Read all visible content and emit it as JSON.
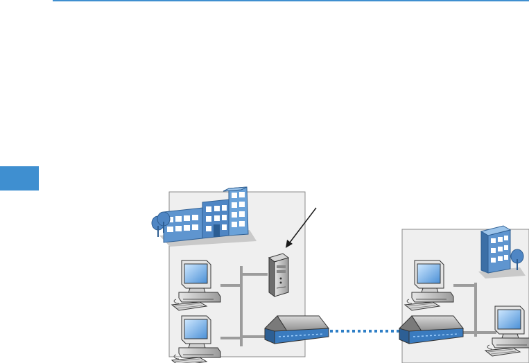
{
  "colors": {
    "accent": "#3f8fd0",
    "panel_fill": "#efefef",
    "panel_border": "#8a8a8a",
    "lan_line": "#9c9c9c",
    "wan_link": "#2f7fc6",
    "device_blue": "#3a7bbf",
    "building_blue": "#5f95cf"
  },
  "icons": {
    "headquarters": "building-icon",
    "branch": "building-icon",
    "server": "server-tower-icon",
    "workstation": "desktop-computer-icon",
    "router": "router-icon",
    "tree": "tree-icon"
  },
  "diagram": {
    "sites": [
      "headquarters-site",
      "branch-site"
    ],
    "wan_link": "dotted-vpn-link",
    "pointer": "arrow-to-server"
  }
}
